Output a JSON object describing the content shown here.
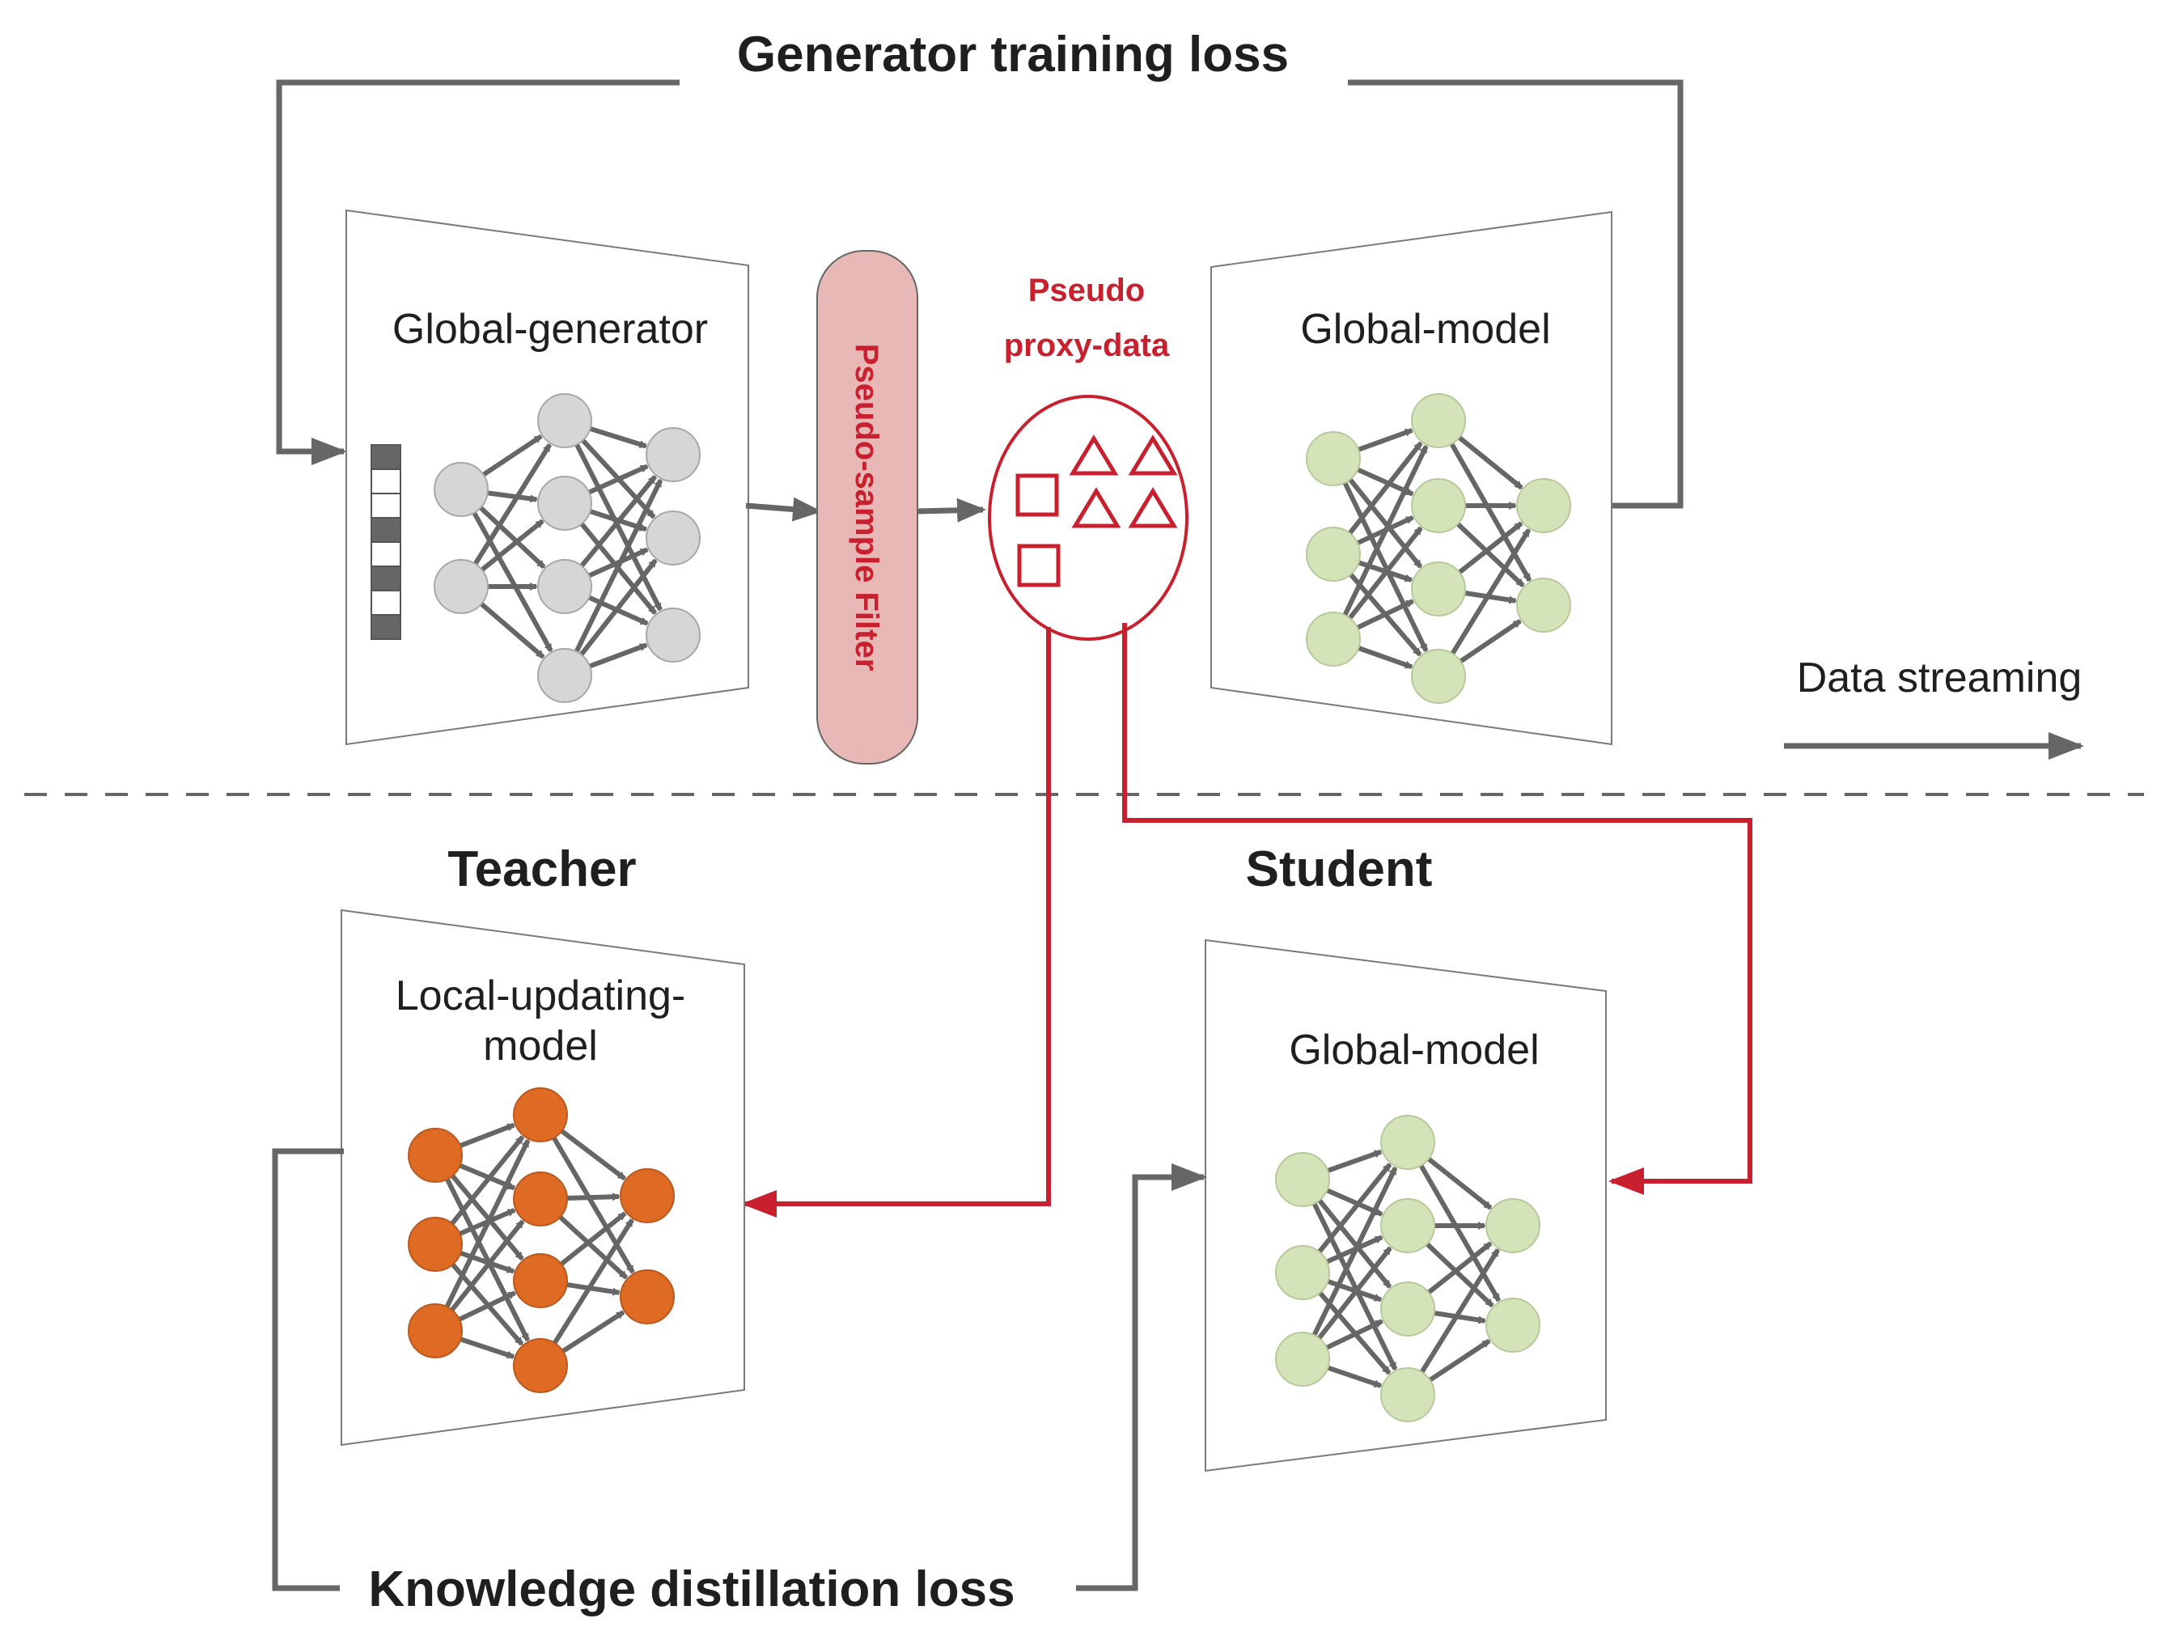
{
  "title": "Generator training loss",
  "bottom_label": "Knowledge distillation loss",
  "stream_label": "Data streaming",
  "filter_label": "Pseudo-sample Filter",
  "proxy_label": [
    "Pseudo",
    "proxy-data"
  ],
  "teacher": {
    "header": "Teacher",
    "label": [
      "Local-updating-",
      "model"
    ]
  },
  "student": {
    "header": "Student",
    "label": "Global-model"
  },
  "generator_label": "Global-generator",
  "top_model_label": "Global-model",
  "colors": {
    "gray_node": "#d6d6d6",
    "green_node": "#d5e4b8",
    "orange_node": "#de6a24",
    "red_accent": "#c8202e",
    "filter_fill": "#e8b8b6",
    "line": "#666666"
  }
}
